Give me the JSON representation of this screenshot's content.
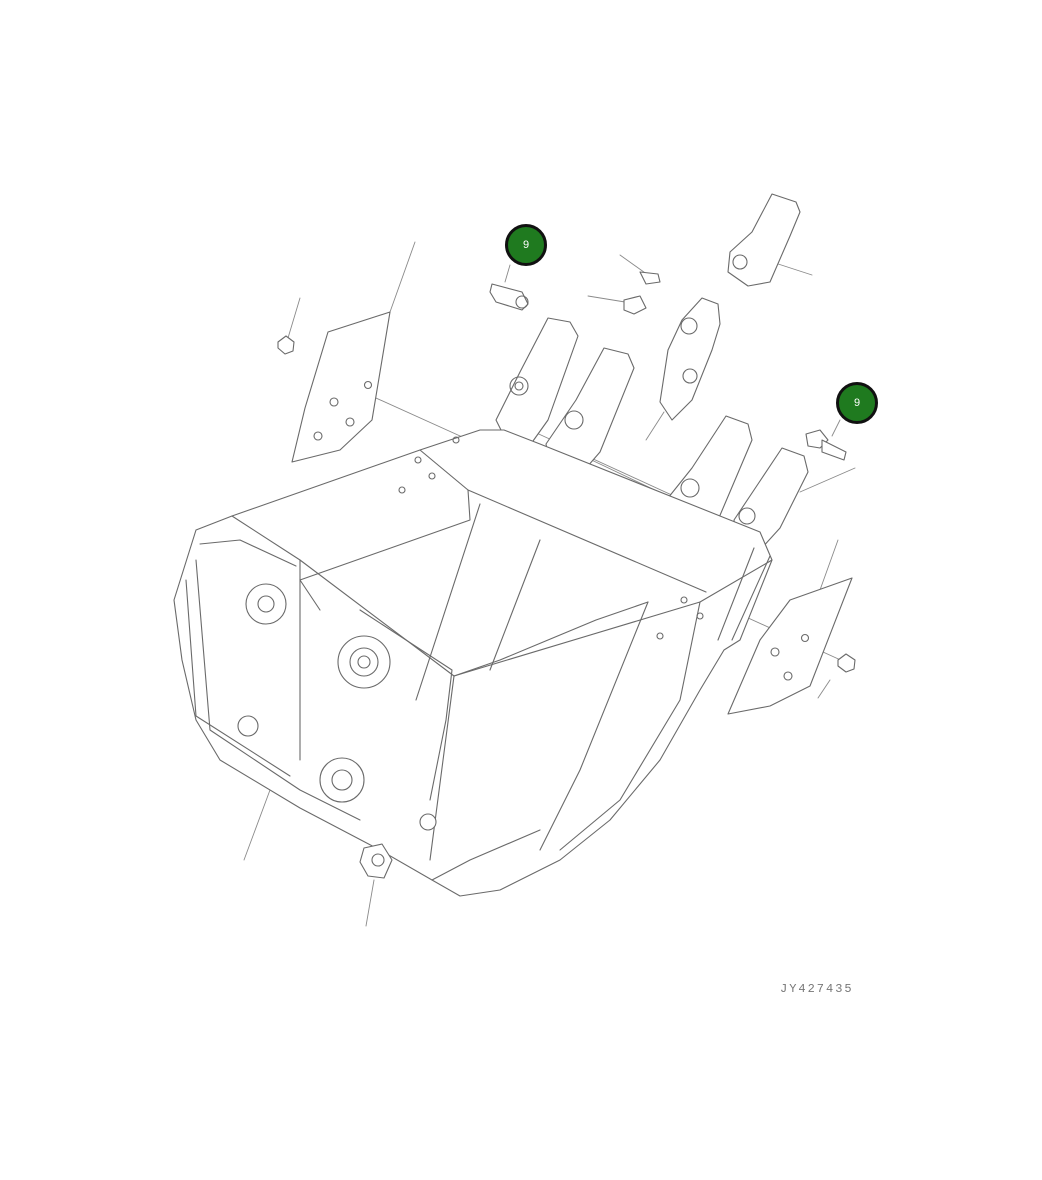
{
  "callouts": [
    {
      "label": "9",
      "color": "#1f7a1f"
    },
    {
      "label": "9",
      "color": "#1f7a1f"
    }
  ],
  "drawing_id": "JY427435",
  "colors": {
    "line": "#6a6a6a",
    "callout_fill": "#1f7a1f",
    "callout_border": "#111111"
  }
}
